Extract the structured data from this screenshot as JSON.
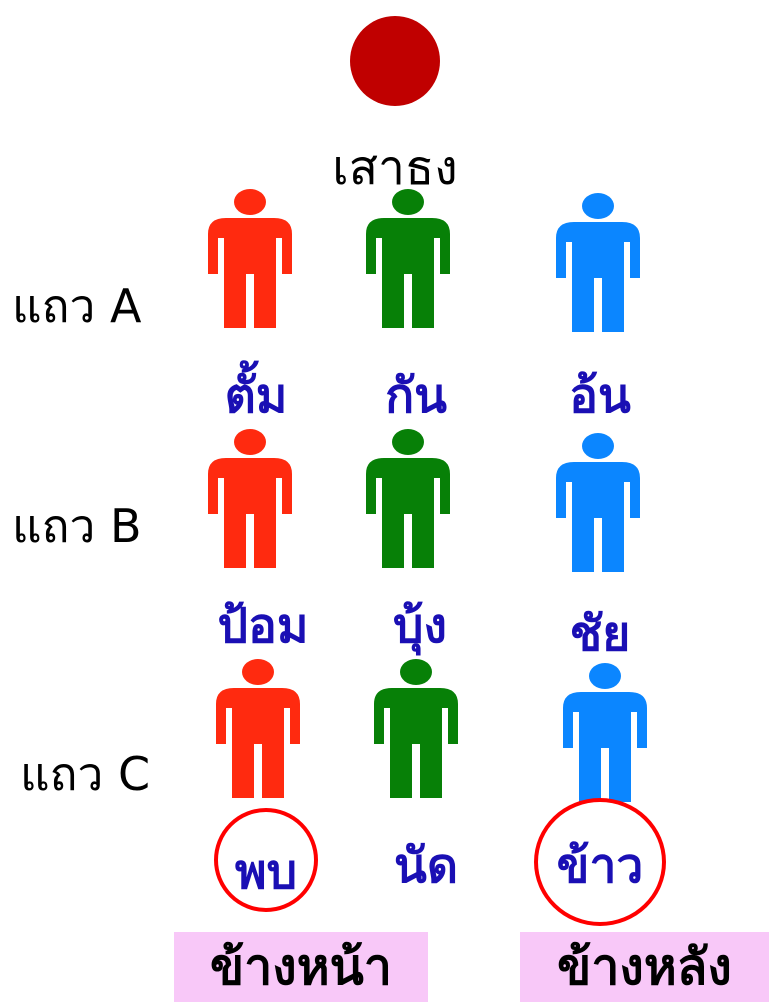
{
  "flagpole_label": "เสาธง",
  "rows": [
    {
      "label": "แถว A",
      "people": [
        {
          "name": "ตั้ม",
          "color": "#ff2a0f"
        },
        {
          "name": "กัน",
          "color": "#078007"
        },
        {
          "name": "อ้น",
          "color": "#0b86ff"
        }
      ]
    },
    {
      "label": "แถว B",
      "people": [
        {
          "name": "ป้อม",
          "color": "#ff2a0f"
        },
        {
          "name": "บุ้ง",
          "color": "#078007"
        },
        {
          "name": "ชัย",
          "color": "#0b86ff"
        }
      ]
    },
    {
      "label": "แถว C",
      "people": [
        {
          "name": "พบ",
          "color": "#ff2a0f"
        },
        {
          "name": "นัด",
          "color": "#078007"
        },
        {
          "name": "ข้าว",
          "color": "#0b86ff"
        }
      ]
    }
  ],
  "front_label": "ข้างหน้า",
  "back_label": "ข้างหลัง",
  "colors": {
    "flag": "#c00000",
    "name_text": "#1a0fb4",
    "highlight_circle": "#ff0000",
    "side_box": "#f8c8f8"
  }
}
